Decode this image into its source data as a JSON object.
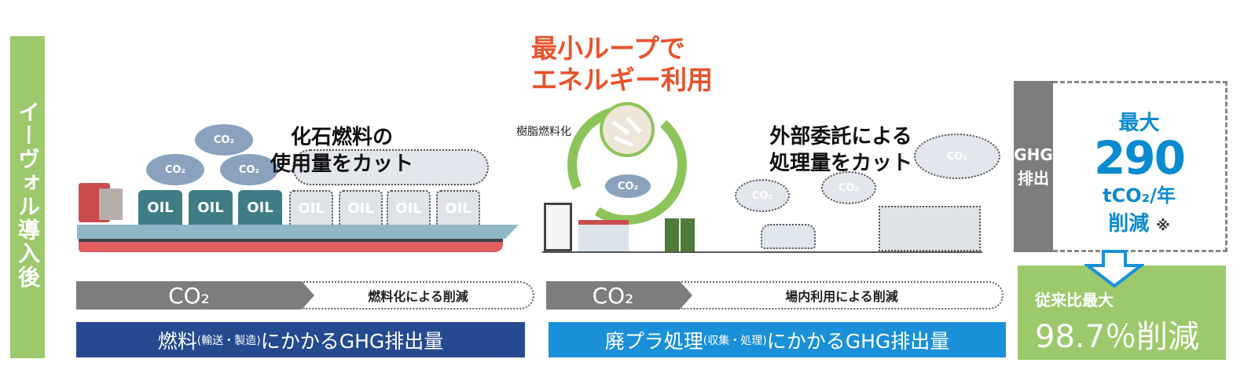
{
  "side_label": "イーヴォル導入後",
  "left": {
    "heading_line1": "化石燃料の",
    "heading_line2": "使用量をカット",
    "cloud_label": "CO₂",
    "tank_label": "OIL",
    "co2_bar_label": "CO₂",
    "reduction_label": "燃料化による削減",
    "band_main": "燃料",
    "band_paren": "(輸送・製造)",
    "band_rest": "にかかるGHG排出量"
  },
  "center": {
    "title_line1": "最小ループで",
    "title_line2": "エネルギー利用",
    "pellet_label": "樹脂燃料化",
    "cloud_label": "CO₂"
  },
  "right_scene": {
    "heading_line1": "外部委託による",
    "heading_line2": "処理量をカット",
    "cloud_label": "CO₂",
    "co2_bar_label": "CO₂",
    "reduction_label": "場内利用による削減",
    "band_main": "廃プラ処理",
    "band_paren": "(収集・処理)",
    "band_rest": "にかかるGHG排出量"
  },
  "result": {
    "ghg_line1": "GHG",
    "ghg_line2": "排出",
    "max_label": "最大",
    "value": "290",
    "unit": "tCO₂/年",
    "reduction": "削減",
    "note_mark": "※",
    "compare_label": "従来比最大",
    "percent": "98.7％削減"
  },
  "colors": {
    "green": "#9cc96b",
    "orange": "#e8522a",
    "navy": "#254a8f",
    "sky": "#1a90d8",
    "blue_text": "#0a8ad0",
    "gray": "#7d7d7d"
  }
}
